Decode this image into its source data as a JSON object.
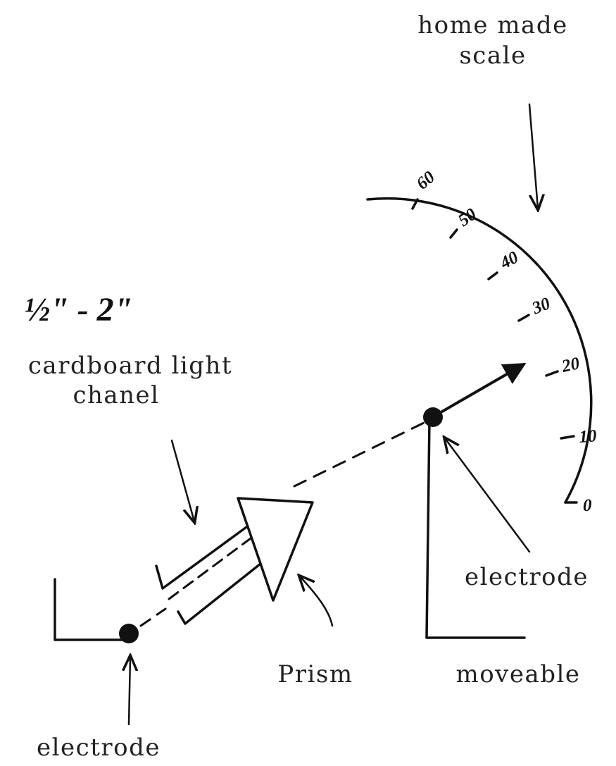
{
  "labels": {
    "scale_title_line1": "home made",
    "scale_title_line2": "scale",
    "size_note": "½\" - 2\"",
    "channel_line1": "cardboard light",
    "channel_line2": "chanel",
    "prism": "Prism",
    "electrode_right": "electrode",
    "moveable": "moveable",
    "electrode_left": "electrode"
  },
  "scale_ticks": [
    "0",
    "10",
    "20",
    "30",
    "40",
    "50",
    "60"
  ],
  "colors": {
    "ink": "#111111",
    "text": "#222222",
    "background": "#ffffff"
  }
}
